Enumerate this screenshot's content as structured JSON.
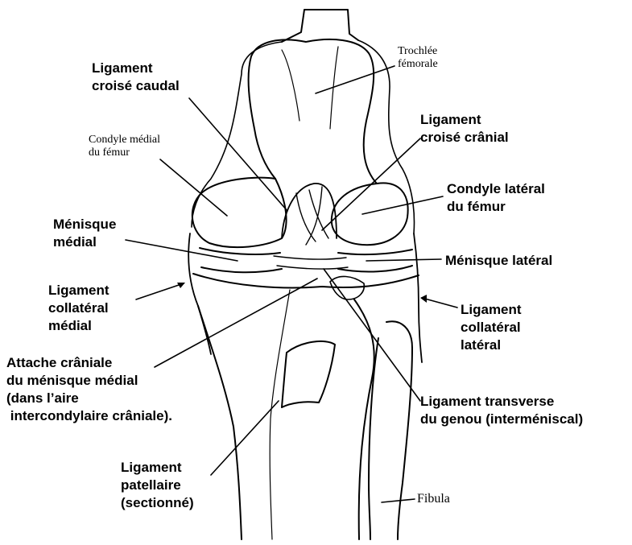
{
  "labels": {
    "ligament_croise_caudal": "Ligament\ncroisé caudal",
    "trochlee_femorale": "Trochlée\nfémorale",
    "condyle_medial_femur": "Condyle médial\ndu fémur",
    "ligament_croise_cranial": "Ligament\ncroisé crânial",
    "condyle_lateral_femur": "Condyle latéral\ndu fémur",
    "menisque_medial": "Ménisque\nmédial",
    "menisque_lateral": "Ménisque latéral",
    "ligament_collateral_medial": "Ligament\ncollatéral\nmédial",
    "ligament_collateral_lateral": "Ligament\ncollatéral\nlatéral",
    "attache_craniale": "Attache crâniale\ndu ménisque médial\n(dans l’aire\n intercondylaire crâniale).",
    "ligament_transverse": "Ligament transverse\ndu genou (interméniscal)",
    "ligament_patellaire": "Ligament\npatellaire\n(sectionné)",
    "fibula": "Fibula"
  },
  "colors": {
    "ink": "#000000",
    "background": "#ffffff"
  }
}
